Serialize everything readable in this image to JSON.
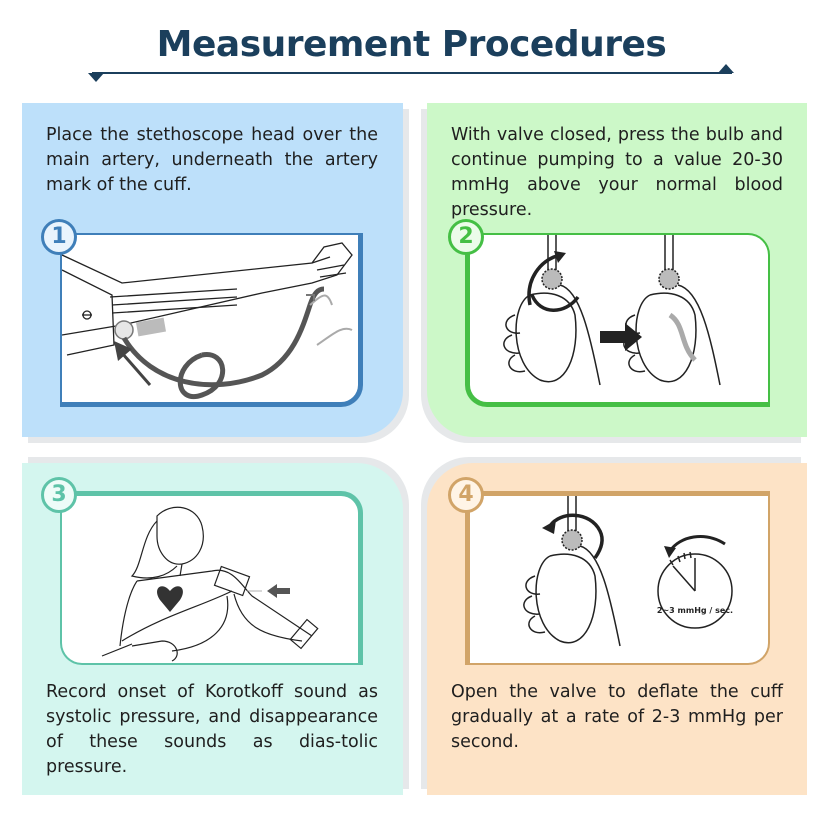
{
  "header": {
    "title": "Measurement Procedures"
  },
  "colors": {
    "title": "#1b3f5c",
    "step1": {
      "bg": "#bde0fa",
      "accent": "#3f7fb9"
    },
    "step2": {
      "bg": "#ccf8c8",
      "accent": "#45bf45"
    },
    "step3": {
      "bg": "#d4f6ef",
      "accent": "#5ec3a8"
    },
    "step4": {
      "bg": "#fde3c6",
      "accent": "#d1a468"
    }
  },
  "steps": [
    {
      "number": "1",
      "text": "Place the stethoscope head over the main artery, underneath the artery mark of the cuff.",
      "illustration": "arm-with-cuff-and-stethoscope"
    },
    {
      "number": "2",
      "text": "With valve closed, press the bulb and continue pumping to a value 20-30 mmHg above your normal blood pressure.",
      "illustration": "hand-closing-valve-and-squeezing-bulb"
    },
    {
      "number": "3",
      "text": "Record onset of Korotkoff sound as systolic pressure, and disappearance of these sounds as dias-tolic pressure.",
      "illustration": "woman-measuring-blood-pressure"
    },
    {
      "number": "4",
      "text": "Open the valve to deflate the cuff gradually at a rate of 2-3 mmHg per second.",
      "illustration": "hand-opening-valve-with-clock",
      "clock_label": "2~3 mmHg / sec."
    }
  ]
}
